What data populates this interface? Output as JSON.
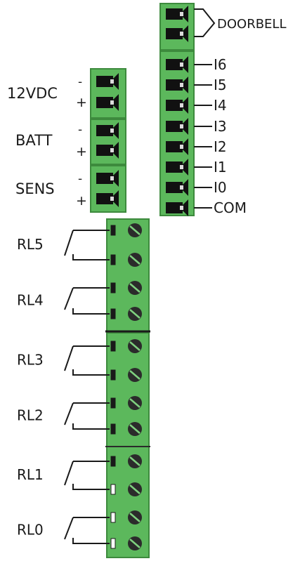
{
  "colors": {
    "connector_green": "#5cb85c",
    "connector_edge": "#3d8a3d",
    "socket_black": "#111111",
    "line": "#1a1a1a",
    "screw_fill": "#2b2b2b"
  },
  "labels": {
    "doorbell": "DOORBELL",
    "v12": "12VDC",
    "batt": "BATT",
    "sens": "SENS",
    "minus": "-",
    "plus": "+"
  },
  "inputs": [
    "I6",
    "I5",
    "I4",
    "I3",
    "I2",
    "I1",
    "I0",
    "COM"
  ],
  "relays": [
    "RL5",
    "RL4",
    "RL3",
    "RL2",
    "RL1",
    "RL0"
  ],
  "icons": {
    "socket": "plug-socket-icon",
    "screw": "screw-terminal-icon",
    "switch": "relay-switch-icon"
  }
}
